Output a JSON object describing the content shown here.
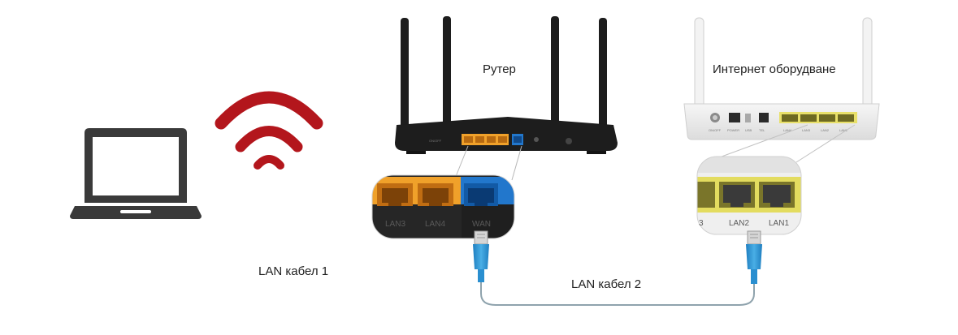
{
  "labels": {
    "router": "Рутер",
    "internet_equipment": "Интернет оборудване",
    "lan_cable_1": "LAN кабел 1",
    "lan_cable_2": "LAN кабел 2"
  },
  "router_ports": {
    "lan3": "LAN3",
    "lan4": "LAN4",
    "wan": "WAN"
  },
  "modem_ports": {
    "lan3_partial": "3",
    "lan2": "LAN2",
    "lan1": "LAN1",
    "small": [
      "ON/OFF",
      "POWER",
      "USB",
      "TEL",
      "LAN4",
      "LAN3",
      "LAN2",
      "LAN1"
    ]
  },
  "colors": {
    "wifi": "#b3161c",
    "laptop": "#3a3a3a",
    "router_body": "#1d1d1d",
    "lan_port_orange": "#f0a12a",
    "wan_port_blue": "#2277cc",
    "modem_body": "#ececec",
    "modem_port_yellow": "#e8e06a",
    "cable_blue": "#2a8fd0"
  },
  "icons": [
    "laptop-icon",
    "wifi-icon",
    "router-icon",
    "modem-icon",
    "ethernet-plug-icon"
  ]
}
